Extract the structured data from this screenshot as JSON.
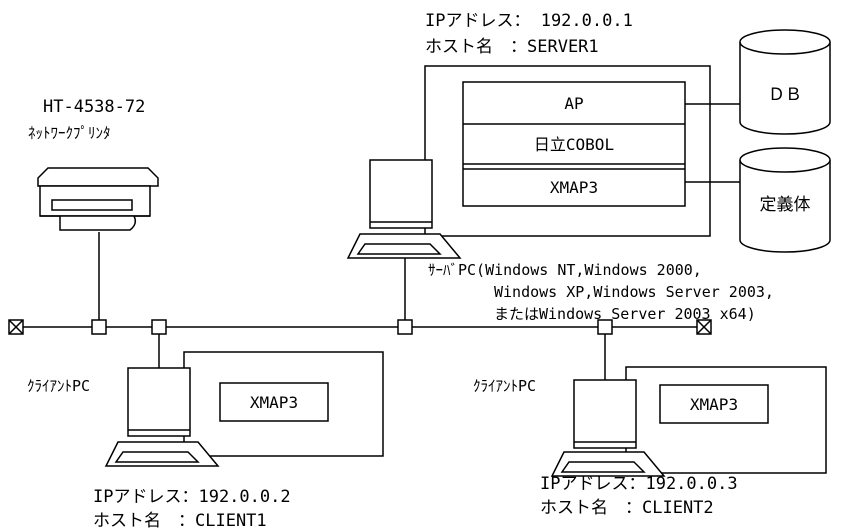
{
  "printer": {
    "model": "HT-4538-72",
    "type": "ﾈｯﾄﾜｰｸﾌﾟﾘﾝﾀ"
  },
  "server": {
    "ip_line": "IPアドレス： 192.0.0.1",
    "host_line": "ホスト名　：SERVER1",
    "stack": [
      "AP",
      "日立COBOL",
      "XMAP3"
    ],
    "caption_lines": [
      "ｻｰﾊﾞPC(Windows NT,Windows 2000,",
      "Windows XP,Windows Server 2003,",
      "またはWindows Server 2003 x64)"
    ]
  },
  "storage": {
    "db_label": "ＤＢ",
    "def_label": "定義体"
  },
  "client1": {
    "label": "ｸﾗｲｱﾝﾄPC",
    "app": "XMAP3",
    "ip_line": "IPアドレス：192.0.0.2",
    "host_line": "ホスト名　：CLIENT1"
  },
  "client2": {
    "label": "ｸﾗｲｱﾝﾄPC",
    "app": "XMAP3",
    "ip_line": "IPアドレス：192.0.0.3",
    "host_line": "ホスト名　：CLIENT2"
  }
}
